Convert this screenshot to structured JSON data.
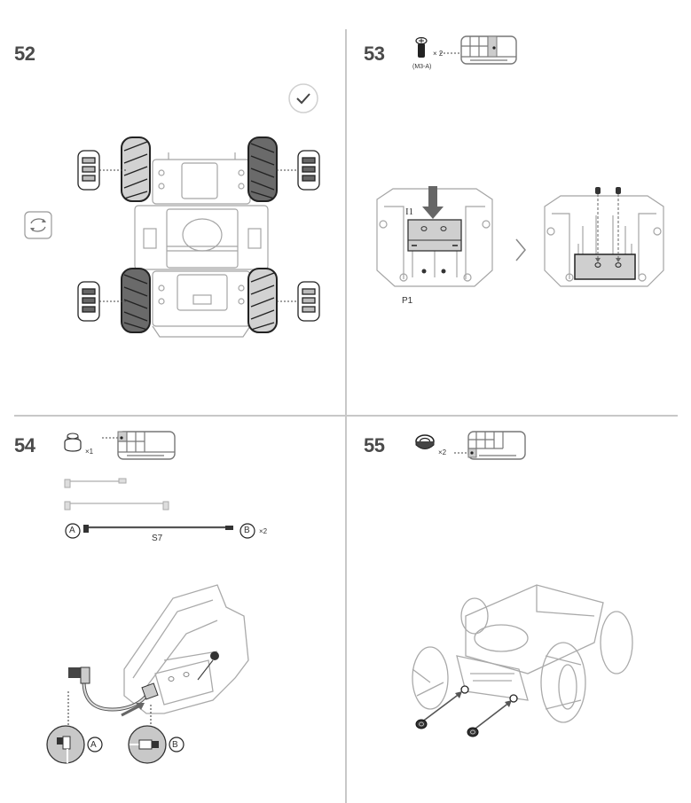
{
  "steps": [
    {
      "number": "52",
      "icons": {
        "check": "check-circle-icon",
        "rotate": "rotate-arrows-icon"
      },
      "description": "Mecanum wheel orientation check - top view of chassis with four wheels and wheel direction cards"
    },
    {
      "number": "53",
      "part": {
        "name": "screw",
        "code": "(M3-A)",
        "quantity": "× 2"
      },
      "labels": {
        "plate": "I1",
        "base": "P1"
      },
      "icons": {
        "next": "chevron-right-icon"
      }
    },
    {
      "number": "54",
      "part": {
        "name": "rubber-cap",
        "quantity": "×1"
      },
      "cables": [
        {
          "id": "short-cable"
        },
        {
          "id": "medium-cable"
        },
        {
          "id": "S7",
          "label": "S7",
          "end_a": "A",
          "end_b": "B",
          "quantity": "×2"
        }
      ],
      "callouts": [
        {
          "label": "A"
        },
        {
          "label": "B"
        }
      ]
    },
    {
      "number": "55",
      "part": {
        "name": "nut",
        "quantity": "×2"
      }
    }
  ],
  "colors": {
    "divider": "#c8c8c8",
    "step_number": "#4a4a4a",
    "line_art": "#9a9a9a",
    "dark_part": "#555555",
    "highlight_fill": "#cfcfcf"
  }
}
